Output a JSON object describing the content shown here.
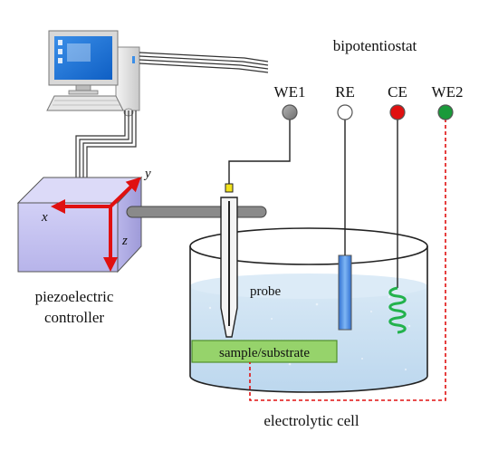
{
  "labels": {
    "bipotentiostat": "bipotentiostat",
    "we1": "WE1",
    "re": "RE",
    "ce": "CE",
    "we2": "WE2",
    "probe": "probe",
    "sample": "sample/substrate",
    "electrolytic_cell": "electrolytic cell",
    "piezo_line1": "piezoelectric",
    "piezo_line2": "controller"
  },
  "axes": {
    "x": "x",
    "y": "y",
    "z": "z"
  },
  "colors": {
    "we1_terminal": "#8f8f8f",
    "re_terminal": "#ffffff",
    "ce_terminal": "#e01010",
    "we2_terminal": "#1a9a3a",
    "axis_arrows": "#e01010",
    "sample_fill": "#96d36b",
    "electrolyte": "#c9e0f0",
    "piezo_cube": "#c9c9f3",
    "reference_electrode": "#4a8fe0",
    "counter_coil": "#22b24c",
    "we2_wire": "#e01010"
  },
  "icons": {
    "computer": "desktop-computer-icon"
  }
}
